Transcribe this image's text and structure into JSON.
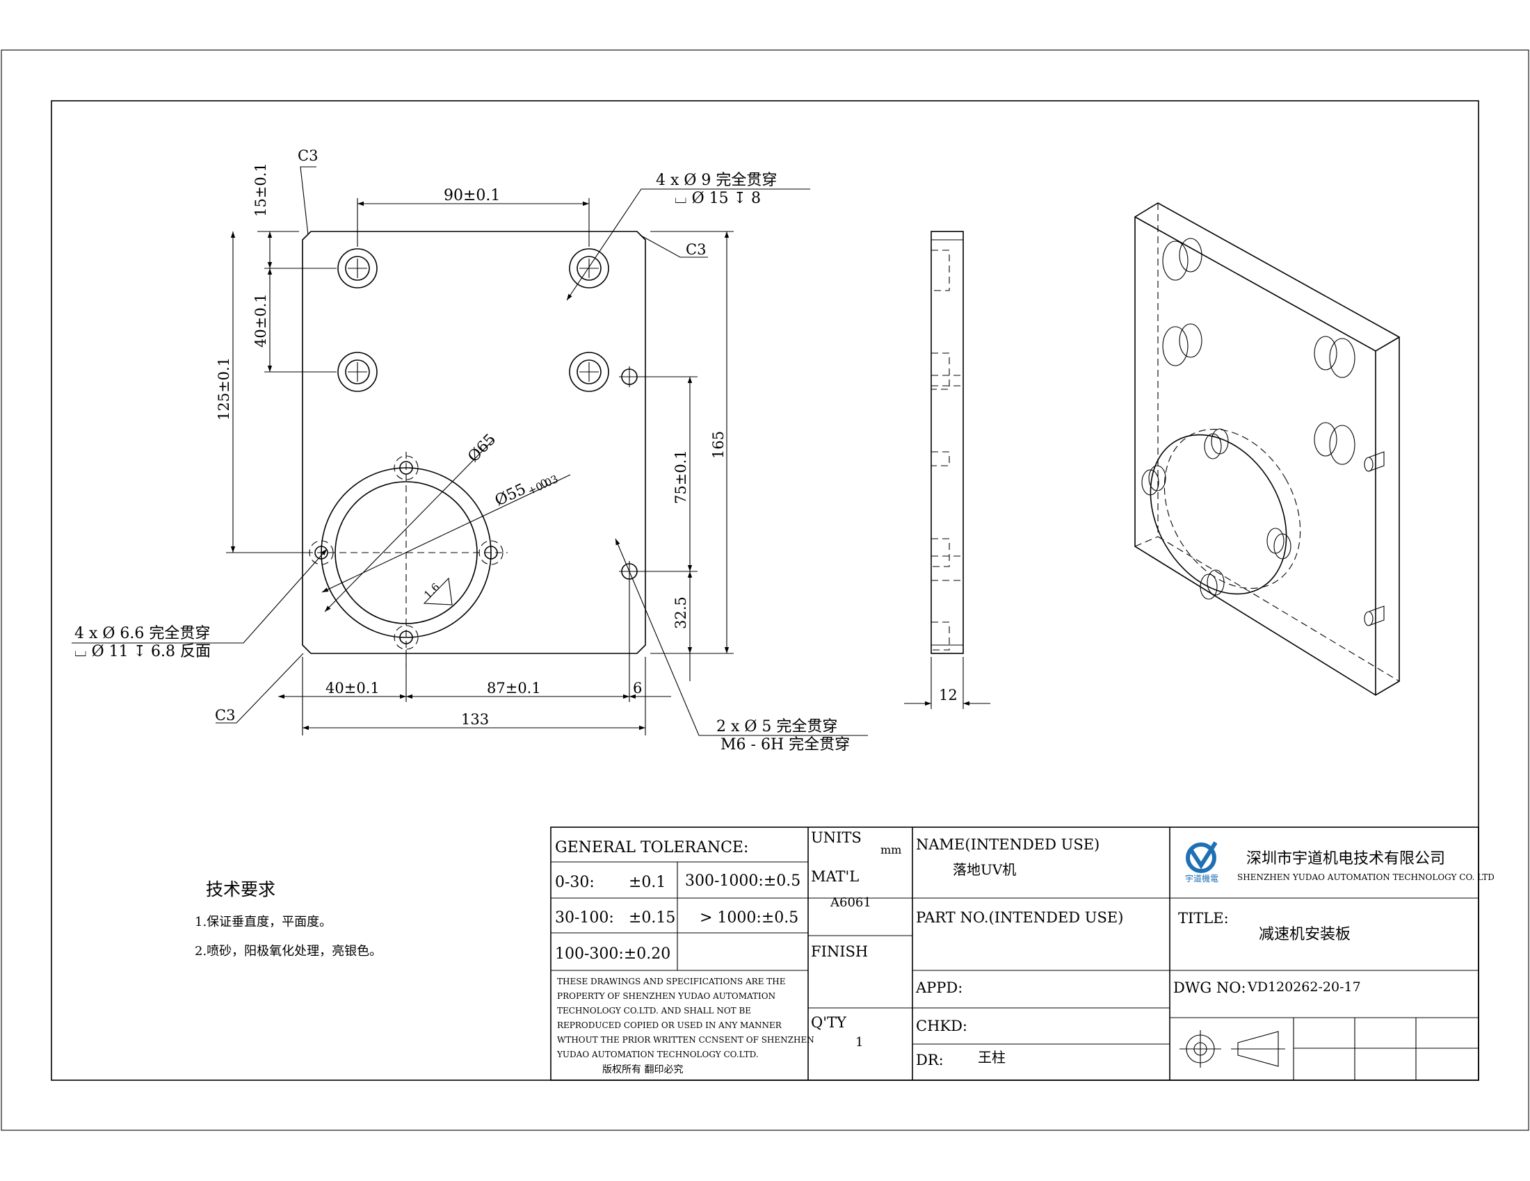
{
  "front_view": {
    "chamfer_labels": [
      "C3",
      "C3",
      "C3"
    ],
    "dims": {
      "top_hole_spacing": "90±0.1",
      "top_offset": "15±0.1",
      "row_spacing": "40±0.1",
      "height_to_bore": "125±0.1",
      "overall_height": "165",
      "tapped_spacing": "75±0.1",
      "tapped_bottom": "32.5",
      "left_offset": "40±0.1",
      "bore_to_tapped": "87±0.1",
      "right_offset": "6",
      "overall_width": "133",
      "dia_65": "Ø65",
      "dia_55": "Ø55",
      "tol_upper": "+0.03",
      "tol_lower": "0",
      "angle_note": "1.6"
    },
    "notes": {
      "holes_9_line1": "4 x Ø 9 完全贯穿",
      "holes_9_line2": "⌴ Ø 15 ↧ 8",
      "holes_66_line1": "4 x Ø 6.6 完全贯穿",
      "holes_66_line2": "⌴ Ø 11 ↧ 6.8 反面",
      "holes_5_line1": "2 x Ø 5 完全贯穿",
      "holes_5_line2": "M6 - 6H 完全贯穿"
    }
  },
  "side_view": {
    "thickness": "12"
  },
  "tech_requirements": {
    "title": "技术要求",
    "items": [
      "1.保证垂直度，平面度。",
      "2.喷砂，阳极氧化处理，亮银色。"
    ]
  },
  "title_block": {
    "general_tolerance": "GENERAL TOLERANCE:",
    "tol_rows": [
      [
        "0-30:",
        "±0.1",
        "300-1000:±0.5"
      ],
      [
        "30-100:",
        "±0.15",
        "> 1000:±0.5"
      ],
      [
        "100-300:±0.20",
        "",
        ""
      ]
    ],
    "disclaimer": [
      "THESE DRAWINGS AND SPECIFICATIONS ARE THE",
      "PROPERTY OF SHENZHEN YUDAO AUTOMATION",
      "TECHNOLOGY CO.LTD.  AND SHALL NOT BE",
      "REPRODUCED COPIED OR USED IN ANY MANNER",
      "WTHOUT THE PRIOR WRITTEN CCNSENT OF SHENZHEN",
      "YUDAO AUTOMATION TECHNOLOGY CO.LTD."
    ],
    "copyright": "版权所有  翻印必究",
    "units_label": "UNITS",
    "units_value": "mm",
    "matl_label": "MAT'L",
    "matl_value": "A6061",
    "finish_label": "FINISH",
    "qty_label": "Q'TY",
    "qty_value": "1",
    "name_label": "NAME(INTENDED USE)",
    "name_value": "落地UV机",
    "part_no_label": "PART NO.(INTENDED USE)",
    "appd_label": "APPD:",
    "chkd_label": "CHKD:",
    "dr_label": "DR:",
    "dr_value": "王柱",
    "company_cn": "深圳市宇道机电技术有限公司",
    "company_en": "SHENZHEN YUDAO AUTOMATION TECHNOLOGY CO. LTD",
    "logo_text": "宇道機電",
    "title_label": "TITLE:",
    "title_value": "减速机安装板",
    "dwg_label": "DWG NO:",
    "dwg_value": "VD120262-20-17",
    "logo_color": "#1f6fb5"
  }
}
